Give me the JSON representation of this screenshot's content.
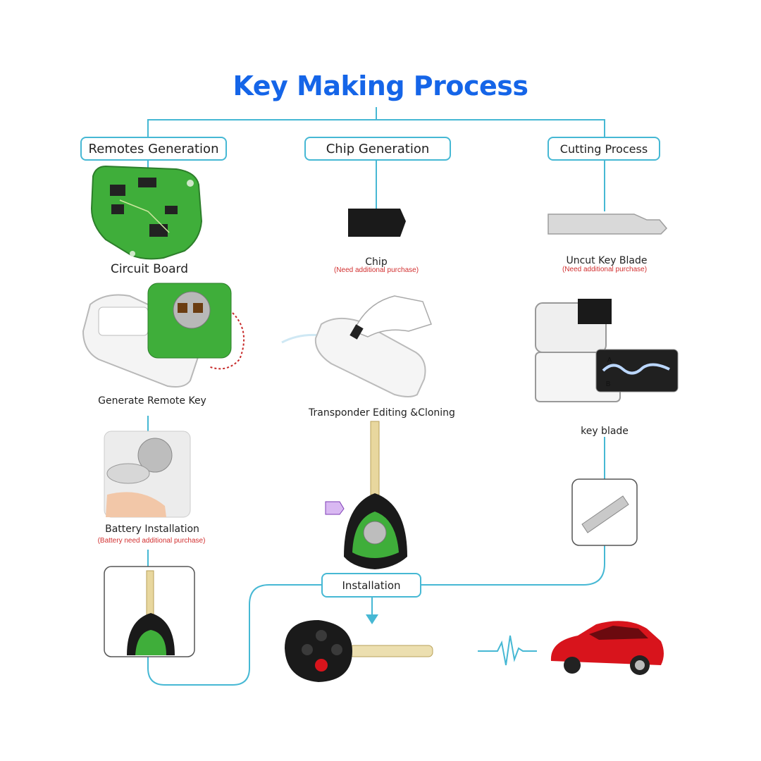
{
  "title": "Key Making Process",
  "columns": {
    "remotes": {
      "header": "Remotes Generation",
      "steps": [
        "Circuit Board",
        "Generate Remote Key",
        "Battery Installation"
      ],
      "battery_note": "(Battery need additional purchase)"
    },
    "chip": {
      "header": "Chip Generation",
      "chip_label": "Chip",
      "chip_note": "(Need additional purchase)",
      "editing_label": "Transponder Editing &Cloning"
    },
    "cutting": {
      "header": "Cutting Process",
      "blade_label": "Uncut Key  Blade",
      "blade_note": "(Need additional purchase)",
      "key_blade_label": "key blade",
      "machine_marks": [
        "A",
        "B"
      ]
    }
  },
  "installation_label": "Installation",
  "colors": {
    "title": "#1565e8",
    "line": "#46b8d4",
    "note": "#d23030",
    "pcb": "#3fae3a",
    "car": "#d8141c"
  }
}
